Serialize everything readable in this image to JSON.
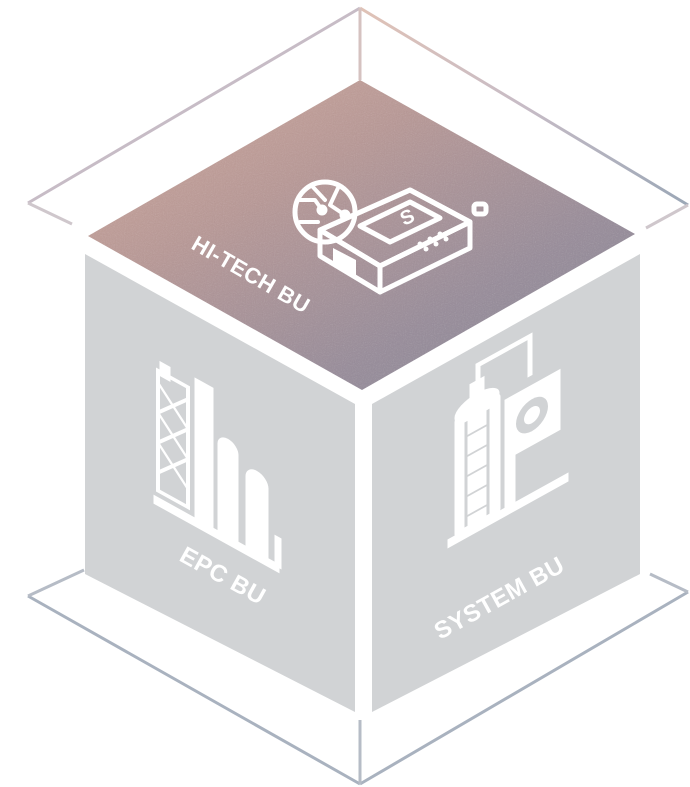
{
  "cube": {
    "top_face": {
      "label": "HI-TECH BU",
      "icon": "hi-tech-machine-icon"
    },
    "left_face": {
      "label": "EPC BU",
      "icon": "industrial-plant-icon"
    },
    "right_face": {
      "label": "SYSTEM BU",
      "icon": "system-equipment-icon"
    }
  },
  "colors": {
    "face_gray": "#d1d3d5",
    "outline_light": "#e2e4e8",
    "outline_warm": "#d8b6a6",
    "outline_cool": "#9aa4b4",
    "top_gradient_start": "#c8a398",
    "top_gradient_end": "#8e8e9e",
    "icon_color": "#ffffff"
  }
}
